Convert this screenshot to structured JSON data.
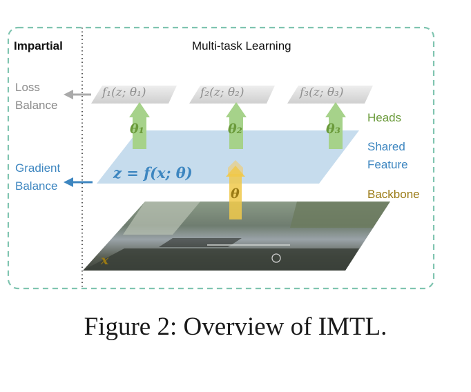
{
  "header": {
    "left_title": "Impartial",
    "title": "Multi-task Learning"
  },
  "left_labels": {
    "loss_line1": "Loss",
    "loss_line2": "Balance",
    "gradient_line1": "Gradient",
    "gradient_line2": "Balance"
  },
  "right_labels": {
    "heads": "Heads",
    "shared_line1": "Shared",
    "shared_line2": "Feature",
    "backbone": "Backbone"
  },
  "heads": [
    {
      "formula": "f₁(z; θ₁)",
      "param": "θ₁"
    },
    {
      "formula": "f₂(z; θ₂)",
      "param": "θ₂"
    },
    {
      "formula": "f₃(z; θ₃)",
      "param": "θ₃"
    }
  ],
  "shared": {
    "formula": "z = f(x; θ)"
  },
  "backbone": {
    "param": "θ",
    "input": "x"
  },
  "caption": "Figure 2: Overview of IMTL.",
  "colors": {
    "frame": "#7fc4b0",
    "heads_green": "#6a9a3a",
    "shared_blue": "#3d86c0",
    "backbone_gold": "#9a7a14",
    "head_gray": "#8a8a8a",
    "arrow_green": "#a6d28a",
    "arrow_gold": "#e8cf86",
    "shared_plane": "#bcd6ea"
  }
}
